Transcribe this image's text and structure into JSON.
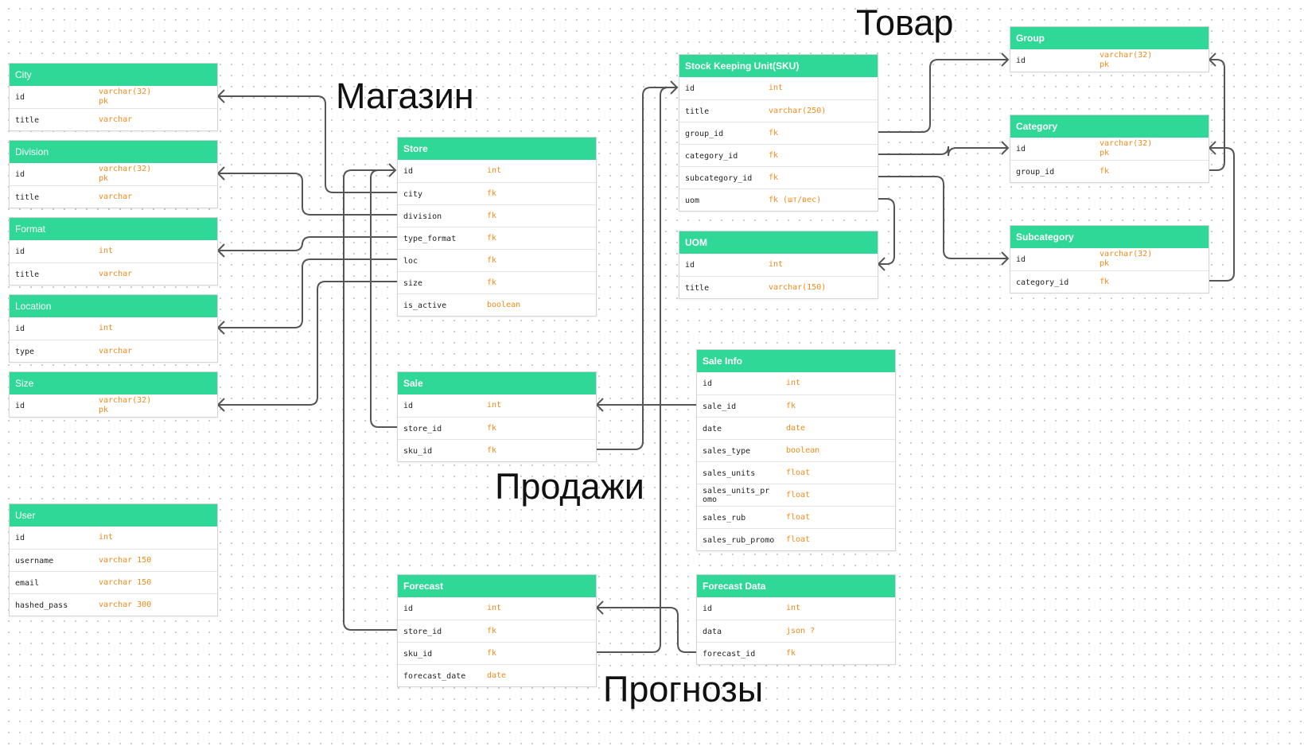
{
  "sections": [
    {
      "key": "magazin",
      "label": "Магазин"
    },
    {
      "key": "tovar",
      "label": "Товар"
    },
    {
      "key": "prodazhi",
      "label": "Продажи"
    },
    {
      "key": "prognozy",
      "label": "Прогнозы"
    }
  ],
  "tables": [
    {
      "key": "city",
      "title": "City",
      "bold": false,
      "rows": [
        {
          "name": "id",
          "type": "varchar(32)\npk"
        },
        {
          "name": "title",
          "type": "varchar"
        }
      ]
    },
    {
      "key": "division",
      "title": "Division",
      "bold": false,
      "rows": [
        {
          "name": "id",
          "type": "varchar(32)\npk"
        },
        {
          "name": "title",
          "type": "varchar"
        }
      ]
    },
    {
      "key": "format",
      "title": "Format",
      "bold": false,
      "rows": [
        {
          "name": "id",
          "type": "int"
        },
        {
          "name": "title",
          "type": "varchar"
        }
      ]
    },
    {
      "key": "location",
      "title": "Location",
      "bold": false,
      "rows": [
        {
          "name": "id",
          "type": "int"
        },
        {
          "name": "type",
          "type": "varchar"
        }
      ]
    },
    {
      "key": "size",
      "title": "Size",
      "bold": false,
      "rows": [
        {
          "name": "id",
          "type": "varchar(32)\npk"
        }
      ]
    },
    {
      "key": "user",
      "title": "User",
      "bold": false,
      "rows": [
        {
          "name": "id",
          "type": "int"
        },
        {
          "name": "username",
          "type": "varchar 150"
        },
        {
          "name": "email",
          "type": "varchar 150"
        },
        {
          "name": "hashed_pass",
          "type": "varchar 300"
        }
      ]
    },
    {
      "key": "store",
      "title": "Store",
      "bold": true,
      "rows": [
        {
          "name": "id",
          "type": "int"
        },
        {
          "name": "city",
          "type": "fk"
        },
        {
          "name": "division",
          "type": "fk"
        },
        {
          "name": "type_format",
          "type": "fk"
        },
        {
          "name": "loc",
          "type": "fk"
        },
        {
          "name": "size",
          "type": "fk"
        },
        {
          "name": "is_active",
          "type": "boolean"
        }
      ]
    },
    {
      "key": "sale",
      "title": "Sale",
      "bold": true,
      "rows": [
        {
          "name": "id",
          "type": "int"
        },
        {
          "name": "store_id",
          "type": "fk"
        },
        {
          "name": "sku_id",
          "type": "fk"
        }
      ]
    },
    {
      "key": "forecast",
      "title": "Forecast",
      "bold": true,
      "rows": [
        {
          "name": "id",
          "type": "int"
        },
        {
          "name": "store_id",
          "type": "fk"
        },
        {
          "name": "sku_id",
          "type": "fk"
        },
        {
          "name": "forecast_date",
          "type": "date"
        }
      ]
    },
    {
      "key": "sku",
      "title": "Stock Keeping Unit(SKU)",
      "bold": true,
      "rows": [
        {
          "name": "id",
          "type": "int"
        },
        {
          "name": "title",
          "type": "varchar(250)"
        },
        {
          "name": "group_id",
          "type": "fk"
        },
        {
          "name": "category_id",
          "type": "fk"
        },
        {
          "name": "subcategory_id",
          "type": "fk"
        },
        {
          "name": "uom",
          "type": "fk (шт/вес)"
        }
      ]
    },
    {
      "key": "uom",
      "title": "UOM",
      "bold": true,
      "rows": [
        {
          "name": "id",
          "type": "int"
        },
        {
          "name": "title",
          "type": "varchar(150)"
        }
      ]
    },
    {
      "key": "saleinfo",
      "title": "Sale Info",
      "bold": true,
      "rows": [
        {
          "name": "id",
          "type": "int"
        },
        {
          "name": "sale_id",
          "type": "fk"
        },
        {
          "name": "date",
          "type": "date"
        },
        {
          "name": "sales_type",
          "type": "boolean"
        },
        {
          "name": "sales_units",
          "type": "float"
        },
        {
          "name": "sales_units_pr\nomo",
          "type": "float"
        },
        {
          "name": "sales_rub",
          "type": "float"
        },
        {
          "name": "sales_rub_promo",
          "type": "float"
        }
      ]
    },
    {
      "key": "forecastdata",
      "title": "Forecast Data",
      "bold": true,
      "rows": [
        {
          "name": "id",
          "type": "int"
        },
        {
          "name": "data",
          "type": "json ?"
        },
        {
          "name": "forecast_id",
          "type": "fk"
        }
      ]
    },
    {
      "key": "group",
      "title": "Group",
      "bold": true,
      "rows": [
        {
          "name": "id",
          "type": "varchar(32)\npk"
        }
      ]
    },
    {
      "key": "category",
      "title": "Category",
      "bold": true,
      "rows": [
        {
          "name": "id",
          "type": "varchar(32)\npk"
        },
        {
          "name": "group_id",
          "type": "fk"
        }
      ]
    },
    {
      "key": "subcategory",
      "title": "Subcategory",
      "bold": true,
      "rows": [
        {
          "name": "id",
          "type": "varchar(32)\npk"
        },
        {
          "name": "category_id",
          "type": "fk"
        }
      ]
    }
  ],
  "colors": {
    "header": "#2fd896",
    "type": "#f28a1a",
    "line": "#555555"
  }
}
